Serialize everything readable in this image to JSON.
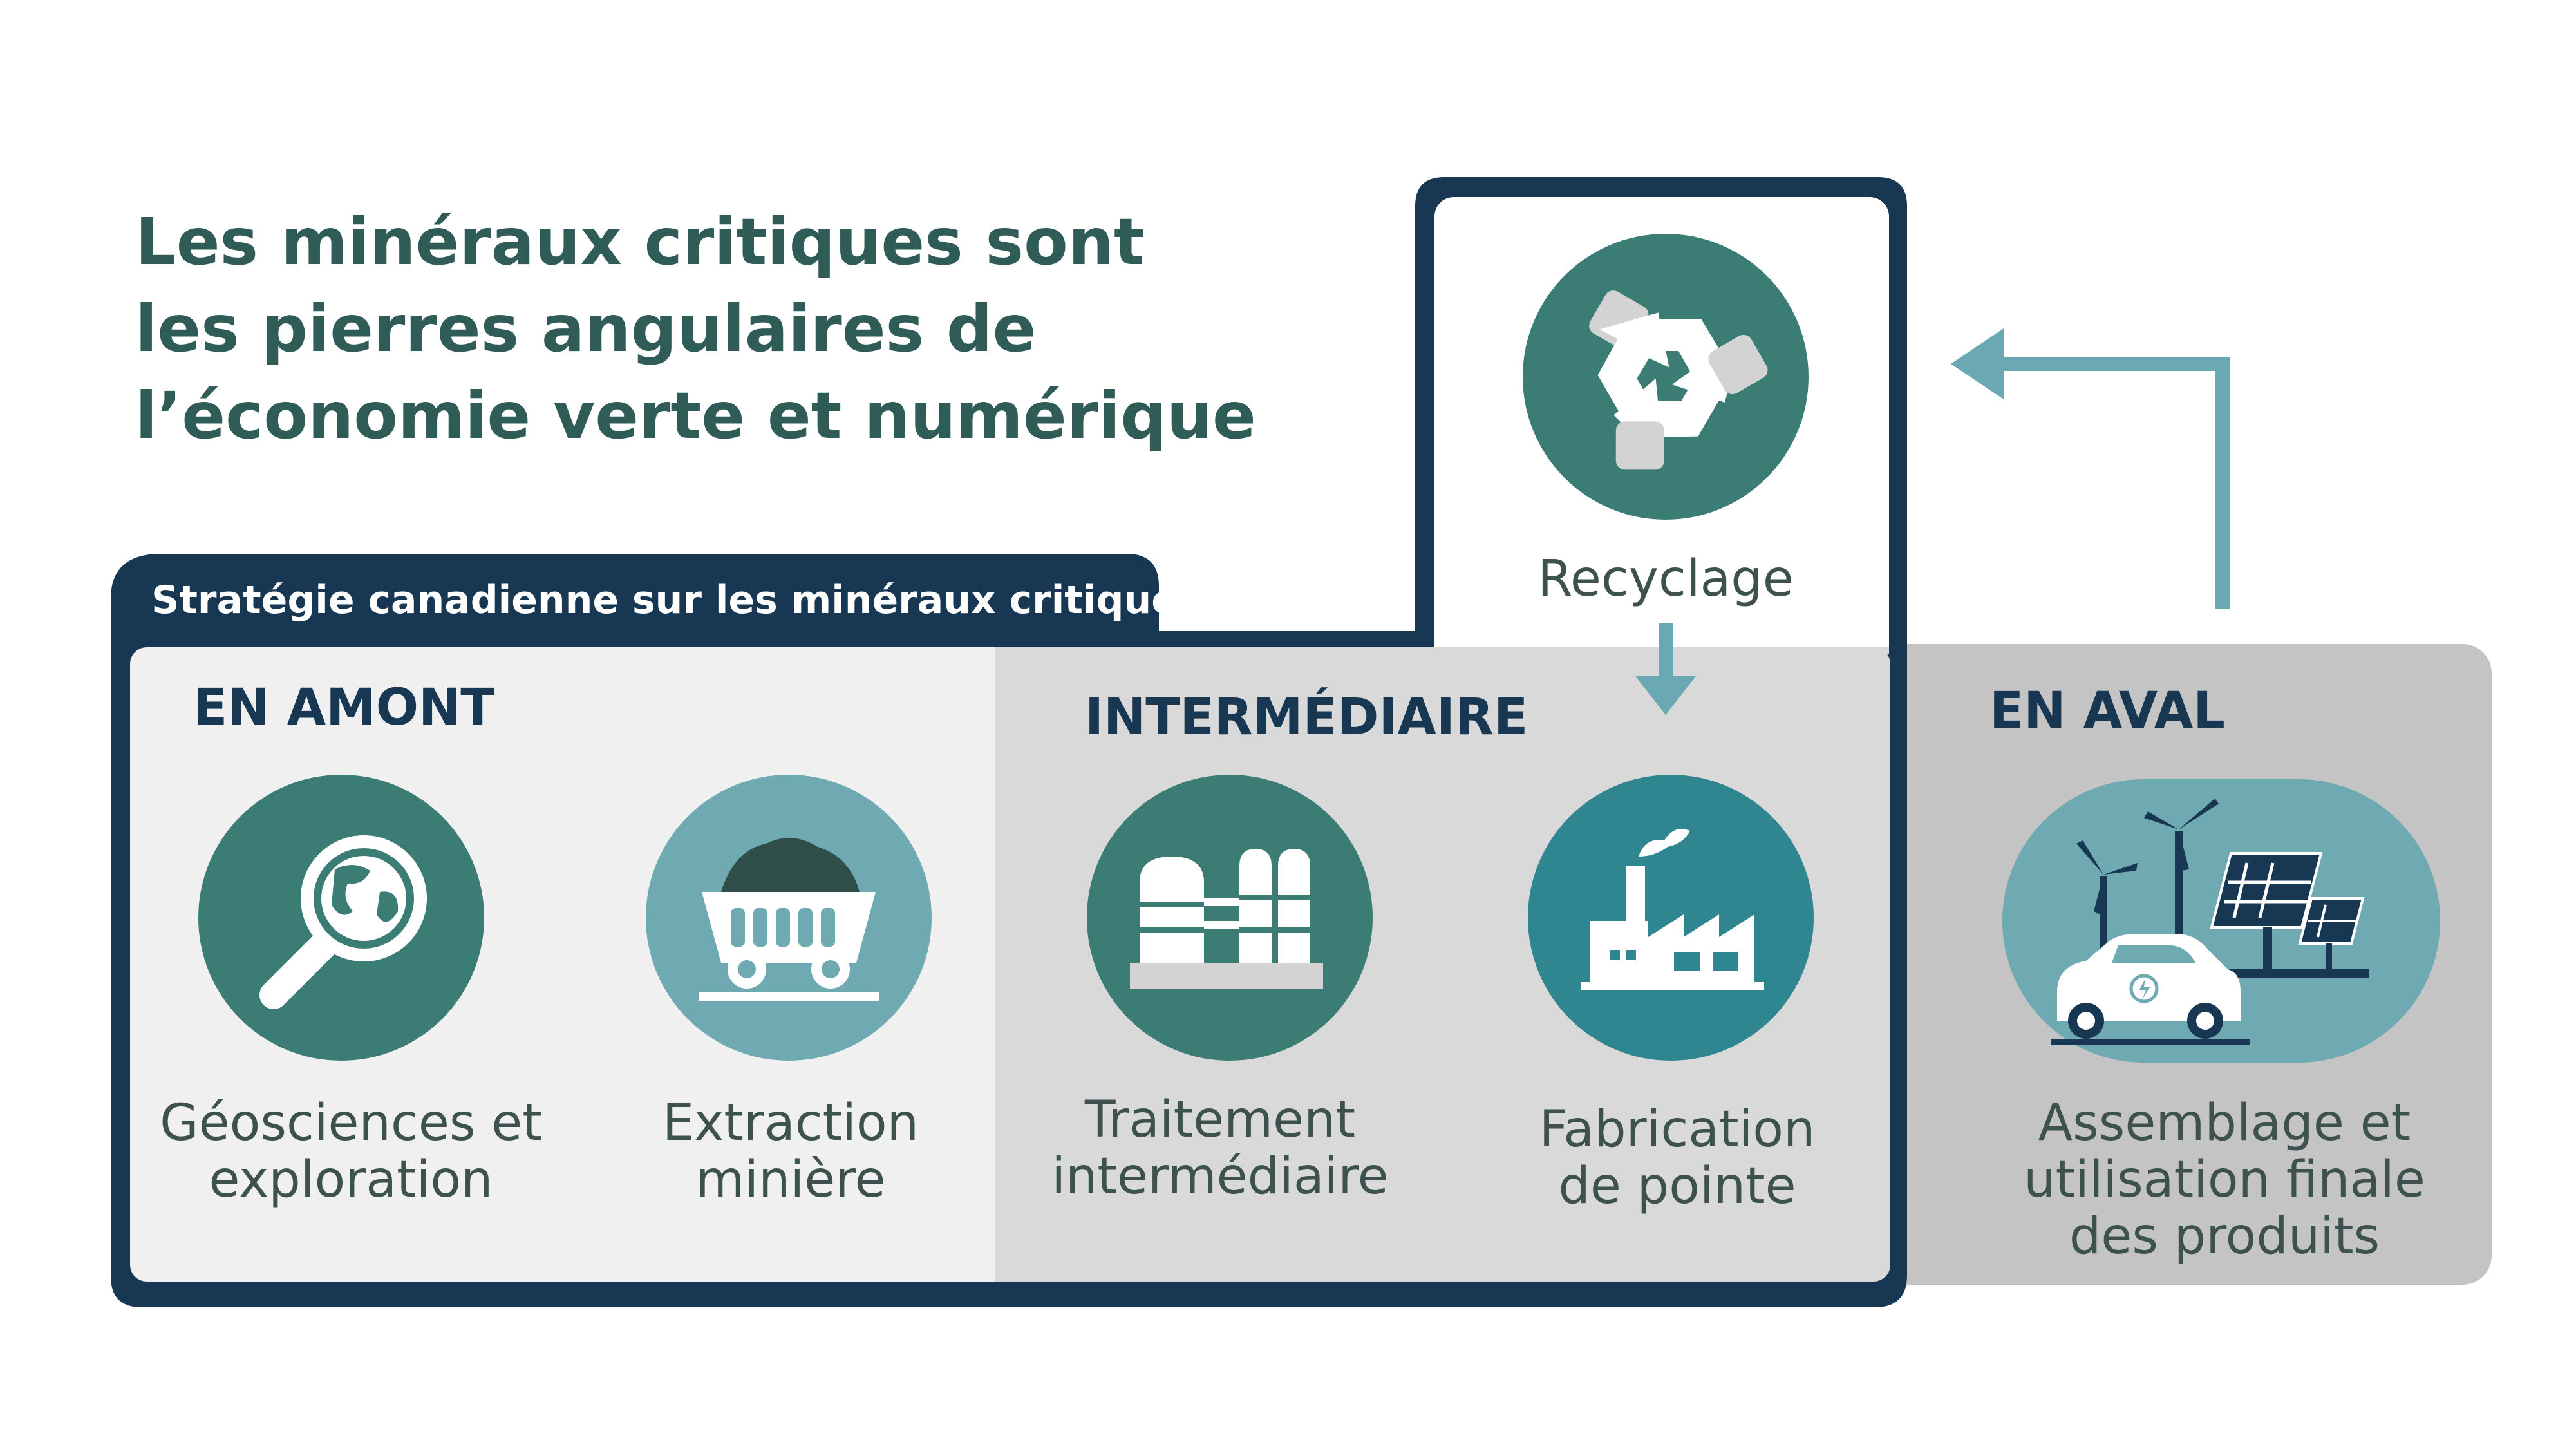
{
  "title": {
    "lines": [
      "Les minéraux critiques sont",
      "les pierres angulaires de",
      "l’économie verte et numérique"
    ]
  },
  "strategy_tab": "Stratégie canadienne sur les minéraux critiques",
  "sections": {
    "upstream": "EN AMONT",
    "midstream": "INTERMÉDIAIRE",
    "downstream": "EN AVAL"
  },
  "stages": {
    "geoscience": [
      "Géosciences et",
      "exploration"
    ],
    "mining": [
      "Extraction",
      "minière"
    ],
    "processing": [
      "Traitement",
      "intermédiaire"
    ],
    "manufacturing": [
      "Fabrication",
      "de pointe"
    ],
    "end_use": [
      "Assemblage et",
      "utilisation finale",
      "des produits"
    ],
    "recycling": [
      "Recyclage"
    ]
  },
  "colors": {
    "title": "#2f5c57",
    "frame": "#173752",
    "upstream_bg": "#f0f0f0",
    "midstream_bg": "#d9d9d9",
    "downstream_bg": "#c4c4c4",
    "teal_dark": "#3b7c75",
    "teal_light": "#6fa9b1",
    "teal_mid": "#2f8590",
    "arrow": "#6aa9b3",
    "stage_text": "#3d524f",
    "icon_white": "#ffffff",
    "icon_grey": "#d3d3d3"
  },
  "icons": {
    "geoscience": "magnifier-globe-icon",
    "mining": "mine-cart-icon",
    "processing": "processing-plant-icon",
    "manufacturing": "factory-icon",
    "end_use": "ev-wind-solar-icon",
    "recycling": "recycle-icon"
  }
}
